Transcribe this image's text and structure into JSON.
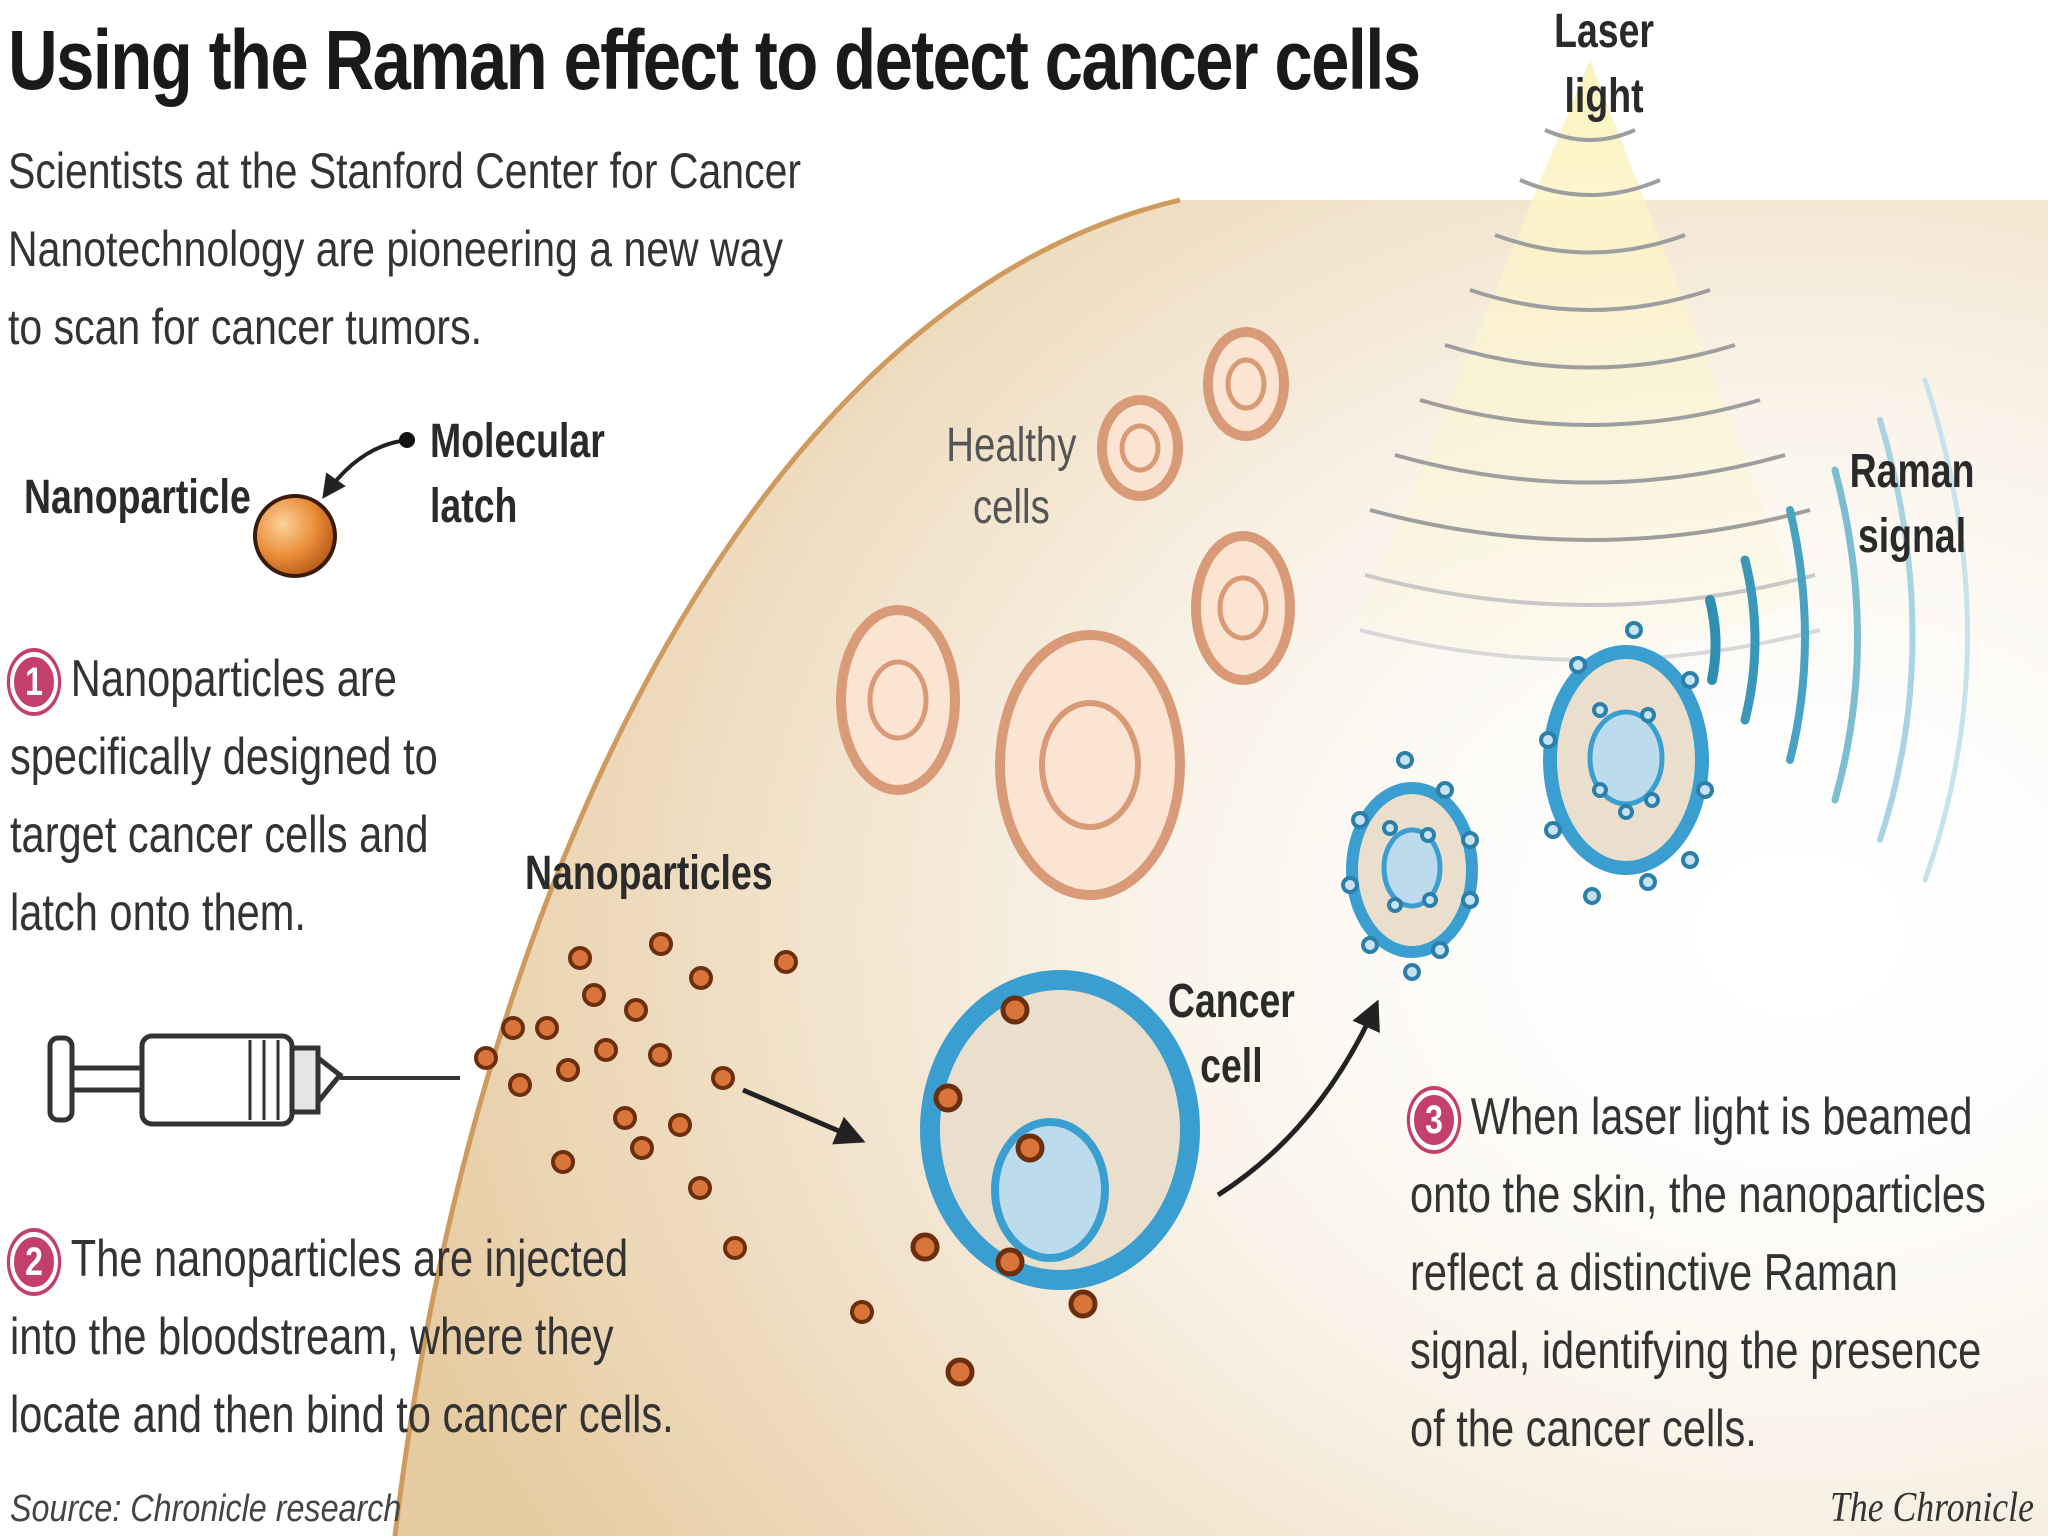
{
  "title": "Using the Raman effect to detect cancer cells",
  "intro": [
    "Scientists at the Stanford Center for Cancer",
    "Nanotechnology are pioneering a new way",
    "to scan for cancer tumors."
  ],
  "labels": {
    "nanoparticle": "Nanoparticle",
    "molecular_latch": [
      "Molecular",
      "latch"
    ],
    "healthy_cells": [
      "Healthy",
      "cells"
    ],
    "nanoparticles": "Nanoparticles",
    "cancer_cell": [
      "Cancer",
      "cell"
    ],
    "laser_light": [
      "Laser",
      "light"
    ],
    "raman_signal": [
      "Raman",
      "signal"
    ]
  },
  "steps": [
    {
      "number": "1",
      "lines": [
        "Nanoparticles are",
        "specifically designed to",
        "target cancer cells and",
        "latch onto them."
      ]
    },
    {
      "number": "2",
      "lines": [
        "The nanoparticles are injected",
        "into the bloodstream, where they",
        "locate and then bind to cancer cells."
      ]
    },
    {
      "number": "3",
      "lines": [
        "When laser light is beamed",
        "onto the skin, the nanoparticles",
        "reflect a distinctive Raman",
        "signal, identifying the presence",
        "of the cancer cells."
      ]
    }
  ],
  "source": "Source: Chronicle research",
  "credit": "The Chronicle",
  "colors": {
    "accent_magenta": "#c2406a",
    "nanoparticle_orange": "#d9743a",
    "healthy_cell_ring": "#e0a887",
    "cancer_cell_blue": "#3a9fd0",
    "laser_yellow": "#f7eda8",
    "raman_teal": "#4fa8bf",
    "skin_tan": "#e8d2b0"
  }
}
